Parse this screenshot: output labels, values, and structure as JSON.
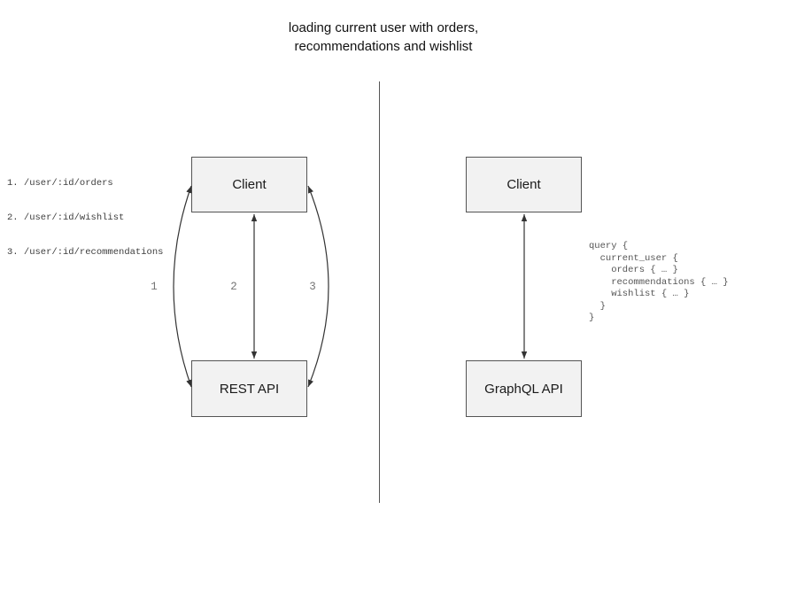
{
  "title": {
    "line1": "loading current user with orders,",
    "line2": "recommendations and wishlist"
  },
  "left_panel": {
    "endpoints": [
      "1. /user/:id/orders",
      "2. /user/:id/wishlist",
      "3. /user/:id/recommendations"
    ],
    "client_label": "Client",
    "api_label": "REST API",
    "arrow_labels": [
      "1",
      "2",
      "3"
    ]
  },
  "right_panel": {
    "client_label": "Client",
    "api_label": "GraphQL API",
    "query_code": "query {\n  current_user {\n    orders { … }\n    recommendations { … }\n    wishlist { … }\n  }\n}"
  },
  "colors": {
    "box_fill": "#f2f2f2",
    "box_border": "#545454",
    "arrow": "#333333",
    "number_label": "#757575",
    "endpoints_text": "#3d3d3d",
    "code_text": "#555555",
    "divider": "#555555",
    "title_text": "#111111"
  }
}
